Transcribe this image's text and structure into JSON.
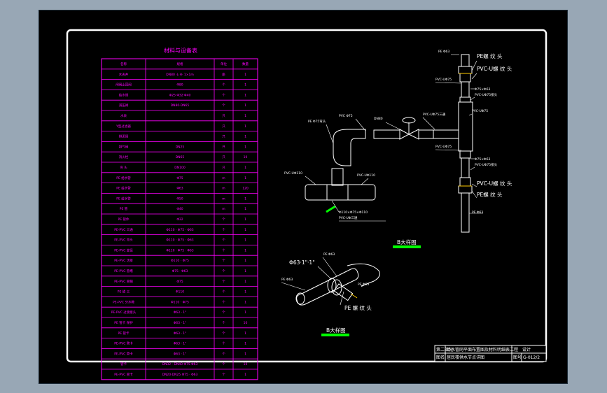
{
  "table": {
    "title": "材料与设备表",
    "header": [
      "名称",
      "规格",
      "单位",
      "数量"
    ],
    "rows": [
      [
        "水表井",
        "DN80 ·L·H·  1×1m",
        "座",
        "1"
      ],
      [
        "闸阀止回阀",
        "Φ80",
        "个",
        "1"
      ],
      [
        "给水阀",
        "Φ25·Φ32·Φ40",
        "个",
        "1"
      ],
      [
        "减压阀",
        "DN80·DN65",
        "个",
        "1"
      ],
      [
        "水表",
        "",
        "只",
        "1"
      ],
      [
        "Y型过滤器",
        "",
        "只",
        "1"
      ],
      [
        "排泥阀",
        "",
        "只",
        "1"
      ],
      [
        "排气阀",
        "DN25",
        "只",
        "1"
      ],
      [
        "消火栓",
        "DN65",
        "只",
        "10"
      ],
      [
        "弯 头",
        "DN100",
        "只",
        "1"
      ],
      [
        "PE 给水管",
        "Φ75",
        "m",
        "1"
      ],
      [
        "PE 给水管",
        "Φ63",
        "m",
        "120"
      ],
      [
        "PE 给水管",
        "Φ50",
        "m",
        "1"
      ],
      [
        "PE 管",
        "Φ40",
        "m",
        "1"
      ],
      [
        "PE 管件",
        "Φ32",
        "个",
        "1"
      ],
      [
        "PE-PVC 三通",
        "Φ110 · Φ75 · Φ63",
        "个",
        "1"
      ],
      [
        "PE-PVC 弯头",
        "Φ110 · Φ75 · Φ63",
        "个",
        "1"
      ],
      [
        "PE-PVC 变径",
        "Φ110 · Φ75 · Φ63",
        "个",
        "1"
      ],
      [
        "PE-PVC 活接",
        "Φ110 · Φ75",
        "个",
        "1"
      ],
      [
        "PE-PVC 管堵",
        "Φ75 · Φ63",
        "个",
        "1"
      ],
      [
        "PE-PVC 管帽",
        "Φ75",
        "个",
        "1"
      ],
      [
        "PE 锁 三",
        "Φ110",
        "个",
        "1"
      ],
      [
        "PE-PVC 分水鞍",
        "Φ110 · Φ75",
        "个",
        "1"
      ],
      [
        "PE-PVC 过渡接头",
        "Φ63 · 1\"",
        "个",
        "1"
      ],
      [
        "PE 管卡 保护",
        "Φ63 · 1\"",
        "个",
        "10"
      ],
      [
        "PE 管卡",
        "Φ63 · 1\"",
        "个",
        "1"
      ],
      [
        "PE-PVC 管卡",
        "Φ63 · 1\"",
        "个",
        "1"
      ],
      [
        "PE-PVC 管卡",
        "Φ63 · 1\"",
        "个",
        "1"
      ],
      [
        "管卡",
        "DN32 · DN40   Φ75·Φ63",
        "个",
        "10"
      ],
      [
        "PE-PVC 管卡",
        "DN20·DN25  Φ75 · Φ63",
        "个",
        "1"
      ]
    ]
  },
  "diagram_b": {
    "title": "B大样图",
    "labels": {
      "pe_pipe_top_left": "PE Φ63",
      "pe_pipe_bottom_left": "PE Φ63",
      "pe_pipe_right": "PE Φ63",
      "size_note": "Φ63·1\"·1\"",
      "pe_thread": "PE 螺 纹 头"
    }
  },
  "diagram_a": {
    "title": "B大样图",
    "labels": {
      "elbow_pipe": "PE Φ75弯头",
      "elbow_pipe2": "PVC Φ75",
      "gate_valve": "DN80",
      "tee_left": "PVC-UΦ110",
      "tee_right": "PVC-UΦ110",
      "tee_reduce": "Φ110×Φ75×Φ110",
      "tee_name": "PVC-UΦ三通",
      "pe_top": "PE Φ63",
      "pe_thread_top": "PE螺 纹 头",
      "pvc_thread_top": "PVC-U螺 纹 头",
      "reduce_top": "Φ75×Φ63",
      "pvc_conn_top": "PVC-UΦ75接头",
      "tee_main": "PVC-UΦ75三通",
      "pvc_side": "PVC-UΦ75",
      "pvc_main": "PVC-UΦ75",
      "reduce_bottom": "Φ75×Φ63",
      "pvc_conn_bottom": "PVC-UΦ75接头",
      "pvc_bottom": "PVC-UΦ75",
      "pvc_thread_bottom": "PVC-U螺 纹 头",
      "pe_thread_bottom": "PE螺 纹 头",
      "pe_bottom": "PE Φ63"
    }
  },
  "title_block": {
    "r1c1": "第二部分",
    "r1c2": "给水管网平面布置图及材料明细表工程",
    "r1c3": "设计",
    "r2c1": "图名",
    "r2c2": "居民楼供水节点详图",
    "r2c3": "图号",
    "r2c4": "G-012/2"
  }
}
